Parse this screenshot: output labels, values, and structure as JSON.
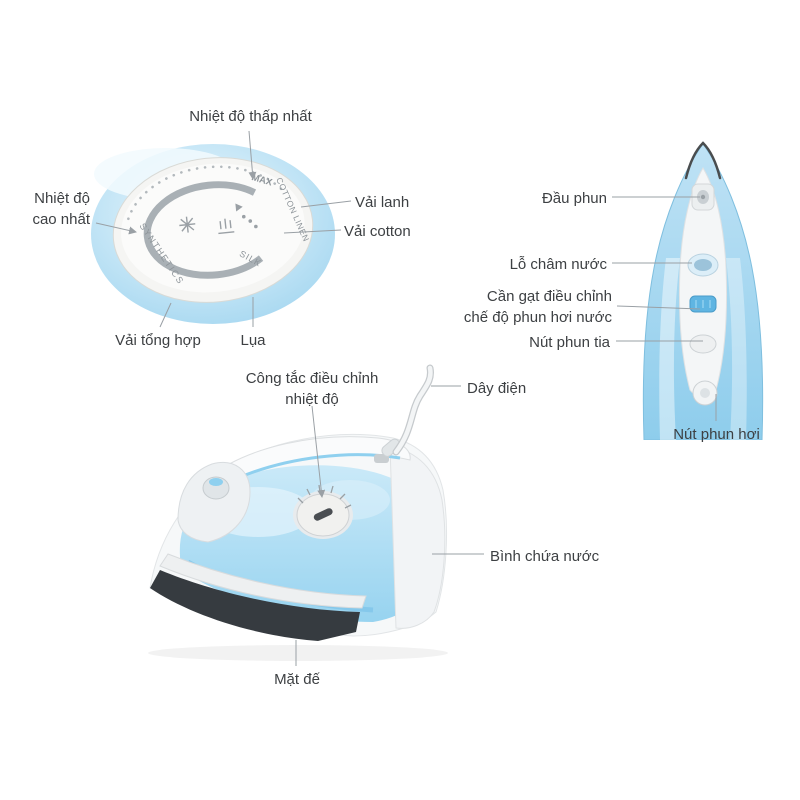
{
  "callouts": {
    "min_temp": {
      "label": "Nhiệt độ thấp nhất"
    },
    "max_temp": {
      "line1": "Nhiệt độ",
      "line2": "cao nhất"
    },
    "linen": {
      "label": "Vải lanh"
    },
    "cotton": {
      "label": "Vải cotton"
    },
    "synthetics": {
      "label": "Vải tổng hợp"
    },
    "silk": {
      "label": "Lụa"
    },
    "spray_nozzle": {
      "label": "Đầu phun"
    },
    "water_inlet": {
      "label": "Lỗ châm nước"
    },
    "steam_lever": {
      "line1": "Cần gạt điều chỉnh",
      "line2": "chế độ phun hơi nước"
    },
    "spray_button": {
      "label": "Nút phun tia"
    },
    "steam_burst": {
      "label": "Nút phun hơi"
    },
    "temp_switch": {
      "line1": "Công tắc điều chỉnh",
      "line2": "nhiệt độ"
    },
    "power_cord": {
      "label": "Dây điện"
    },
    "water_tank": {
      "label": "Bình chứa nước"
    },
    "soleplate": {
      "label": "Mặt đế"
    }
  },
  "dial_text": {
    "synthetics": "SYNTHETICS",
    "silk": "SILK",
    "cotton_linen": "COTTON LINEN",
    "max": "MAX"
  },
  "colors": {
    "label_text": "#3d4043",
    "callout_line": "#9aa0a5",
    "iron_blue": "#8fd0ef",
    "iron_blue_light": "#d6eefb",
    "soleplate_dark": "#363b40"
  }
}
